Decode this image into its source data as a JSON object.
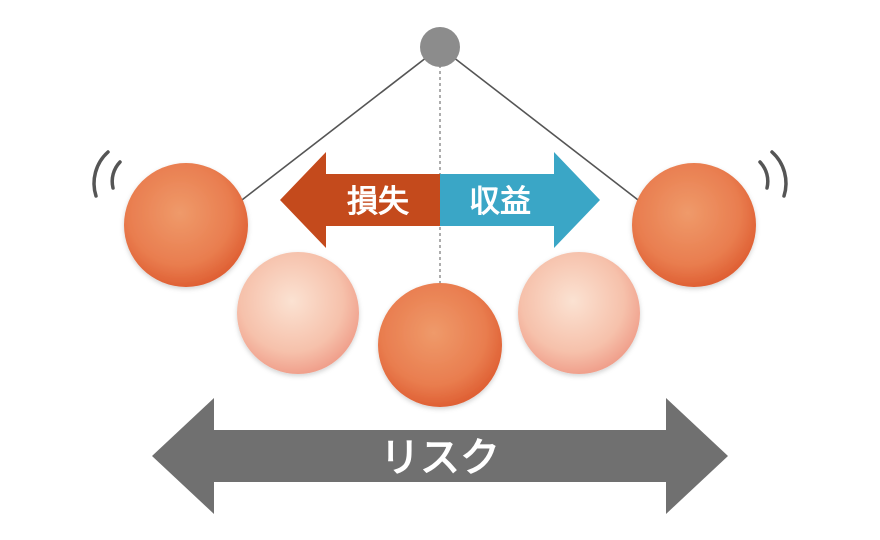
{
  "labels": {
    "loss": "損失",
    "gain": "収益",
    "risk": "リスク"
  },
  "colors": {
    "loss_arrow": "#c44a1c",
    "gain_arrow": "#3aa6c6",
    "risk_arrow": "#707070",
    "ball_solid_light": "#ef9a6a",
    "ball_solid_dark": "#e2653a",
    "ball_faded_light": "#fbe0cf",
    "ball_faded_dark": "#f2a08a",
    "pivot": "#8c8c8c",
    "string": "#555555",
    "motion_marks": "#555555"
  }
}
